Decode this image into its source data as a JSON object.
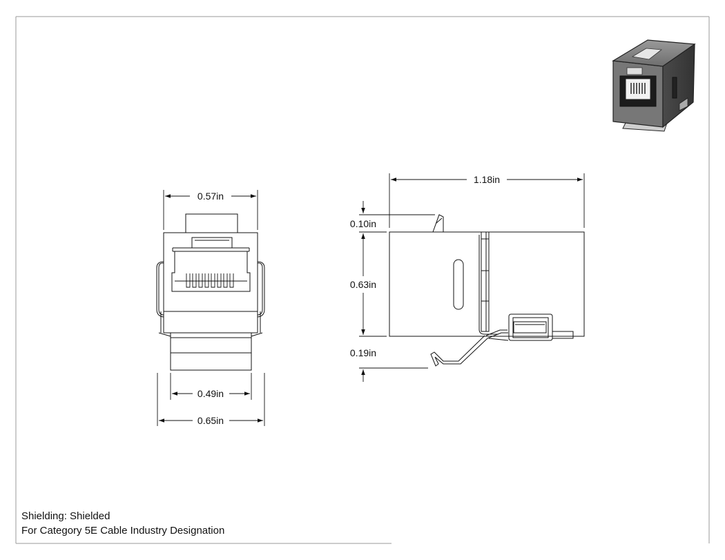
{
  "front_view": {
    "width_top": "0.57in",
    "width_plug": "0.49in",
    "width_overall": "0.65in"
  },
  "side_view": {
    "length": "1.18in",
    "latch_height": "0.10in",
    "body_height": "0.63in",
    "clip_height": "0.19in"
  },
  "notes": {
    "shielding": "Shielding: Shielded",
    "category": "For Category 5E Cable Industry Designation"
  }
}
